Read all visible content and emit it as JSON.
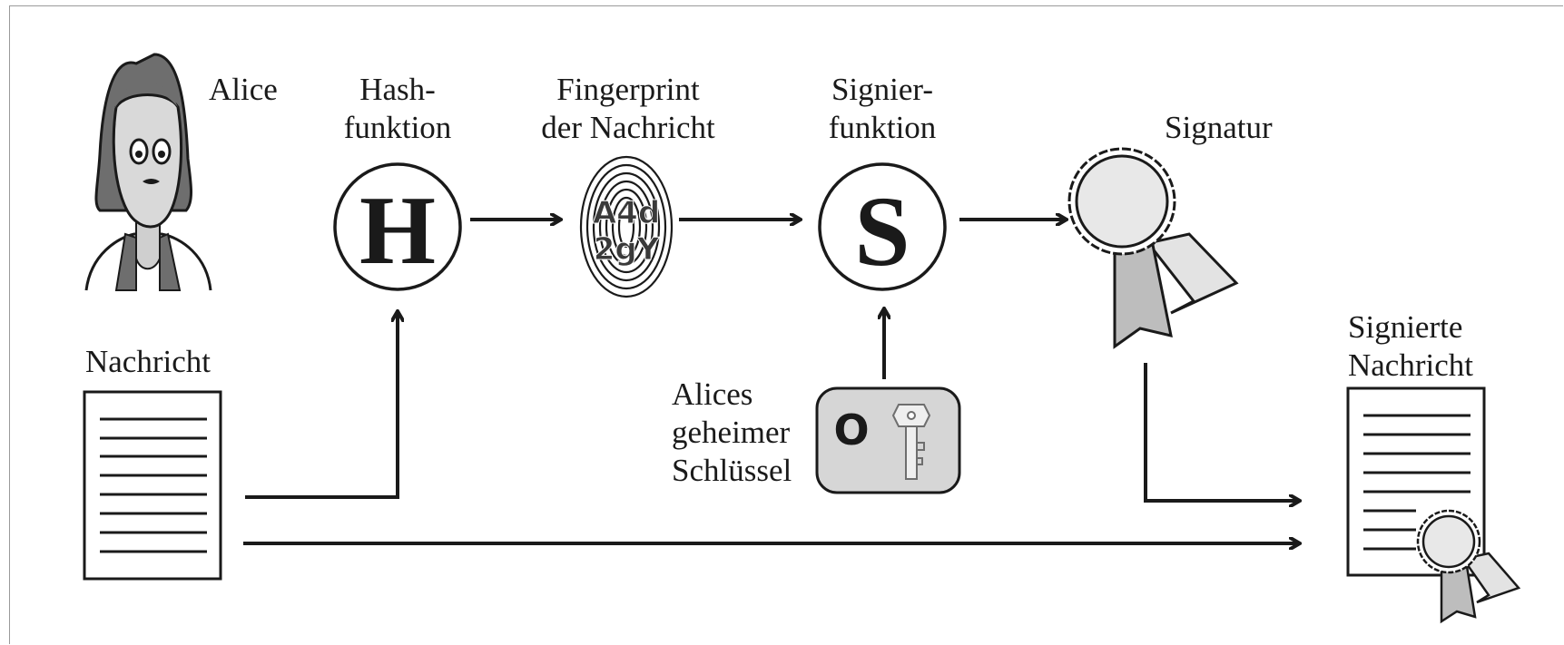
{
  "labels": {
    "alice": "Alice",
    "hash_function": "Hash-\nfunktion",
    "fingerprint": "Fingerprint\nder Nachricht",
    "sign_function": "Signier-\nfunktion",
    "signature": "Signatur",
    "message": "Nachricht",
    "secret_key": "Alices\ngeheimer\nSchlüssel",
    "signed_message": "Signierte\nNachricht"
  },
  "symbols": {
    "hash": "H",
    "sign": "S",
    "fingerprint_line1": "A4d",
    "fingerprint_line2": "2gY",
    "key_card_letter": "O"
  },
  "colors": {
    "ink": "#1a1a1a",
    "hair": "#6e6e6e",
    "skin": "#d9d9d9",
    "seal_fill": "#e8e8e8",
    "ribbon_dark": "#bdbdbd",
    "ribbon_light": "#e3e3e3",
    "key_card": "#d6d6d6"
  }
}
